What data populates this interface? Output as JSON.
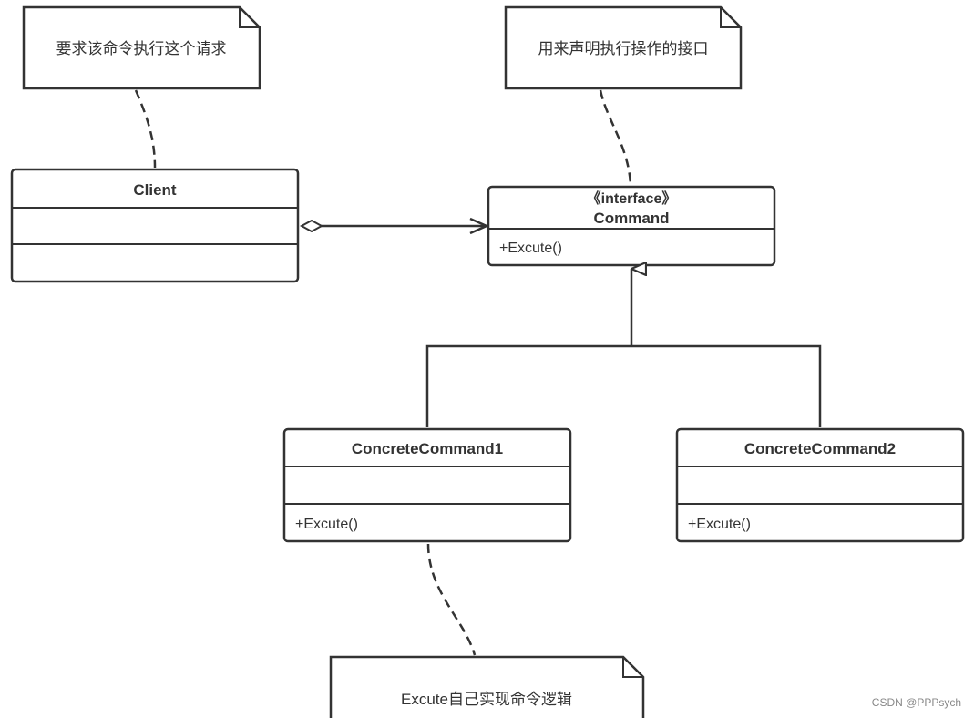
{
  "notes": {
    "client_note": "要求该命令执行这个请求",
    "command_note": "用来声明执行操作的接口",
    "concrete_note": "Excute自己实现命令逻辑"
  },
  "classes": {
    "client": {
      "name": "Client"
    },
    "command": {
      "stereotype": "《interface》",
      "name": "Command",
      "method": "+Excute()"
    },
    "concrete1": {
      "name": "ConcreteCommand1",
      "method": "+Excute()"
    },
    "concrete2": {
      "name": "ConcreteCommand2",
      "method": "+Excute()"
    }
  },
  "watermark": "CSDN @PPPsych"
}
